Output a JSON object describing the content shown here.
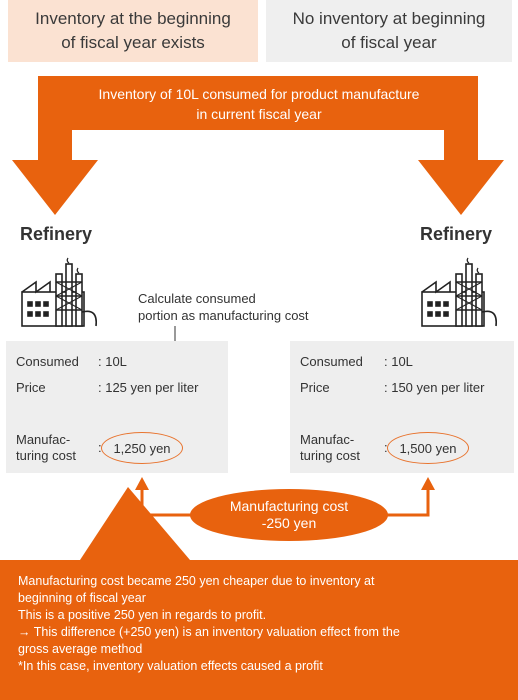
{
  "headers": {
    "left": "Inventory at the beginning\nof fiscal year exists",
    "right": "No inventory at beginning\nof fiscal year"
  },
  "banner": {
    "line1": "Inventory of 10L consumed for product manufacture",
    "line2": "in current fiscal year"
  },
  "refinery": {
    "left_title": "Refinery",
    "right_title": "Refinery",
    "factory_icon": "factory-icon"
  },
  "note": "Calculate consumed\nportion as manufacturing cost",
  "left_panel": {
    "consumed_label": "Consumed",
    "consumed_value": ": 10L",
    "price_label": "Price",
    "price_value": ": 125 yen per liter",
    "cost_label": "Manufac-\nturing cost",
    "cost_colon": ":",
    "cost_value": "1,250 yen"
  },
  "right_panel": {
    "consumed_label": "Consumed",
    "consumed_value": ": 10L",
    "price_label": "Price",
    "price_value": ": 150 yen per liter",
    "cost_label": "Manufac-\nturing cost",
    "cost_colon": ":",
    "cost_value": "1,500 yen"
  },
  "difference": {
    "line1": "Manufacturing cost",
    "line2": "-250 yen"
  },
  "bottom": {
    "line1": "Manufacturing cost became 250 yen cheaper due to inventory at",
    "line2": "beginning of fiscal year",
    "line3": "This is a positive 250 yen in regards to profit.",
    "line4": "→ This difference (+250 yen) is an inventory valuation effect from the",
    "line5": "gross average method",
    "line6": "*In this case, inventory valuation effects caused a profit"
  },
  "colors": {
    "orange": "#e8620e",
    "peach": "#fbe2d2",
    "light_gray": "#efefef",
    "panel_gray": "#eeeeee"
  }
}
